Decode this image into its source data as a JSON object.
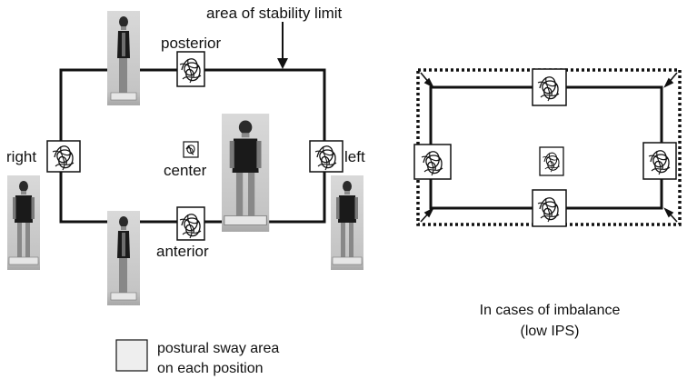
{
  "labels": {
    "stability_limit": "area of stability limit",
    "posterior": "posterior",
    "anterior": "anterior",
    "right": "right",
    "left": "left",
    "center": "center"
  },
  "imbalance": {
    "caption_line1": "In cases of imbalance",
    "caption_line2": "(low IPS)"
  },
  "legend": {
    "line1": "postural sway area",
    "line2": "on each position"
  },
  "colors": {
    "stroke": "#111111",
    "photo_bg": "#cfcfcf",
    "legend_fill": "#eeeeee"
  }
}
